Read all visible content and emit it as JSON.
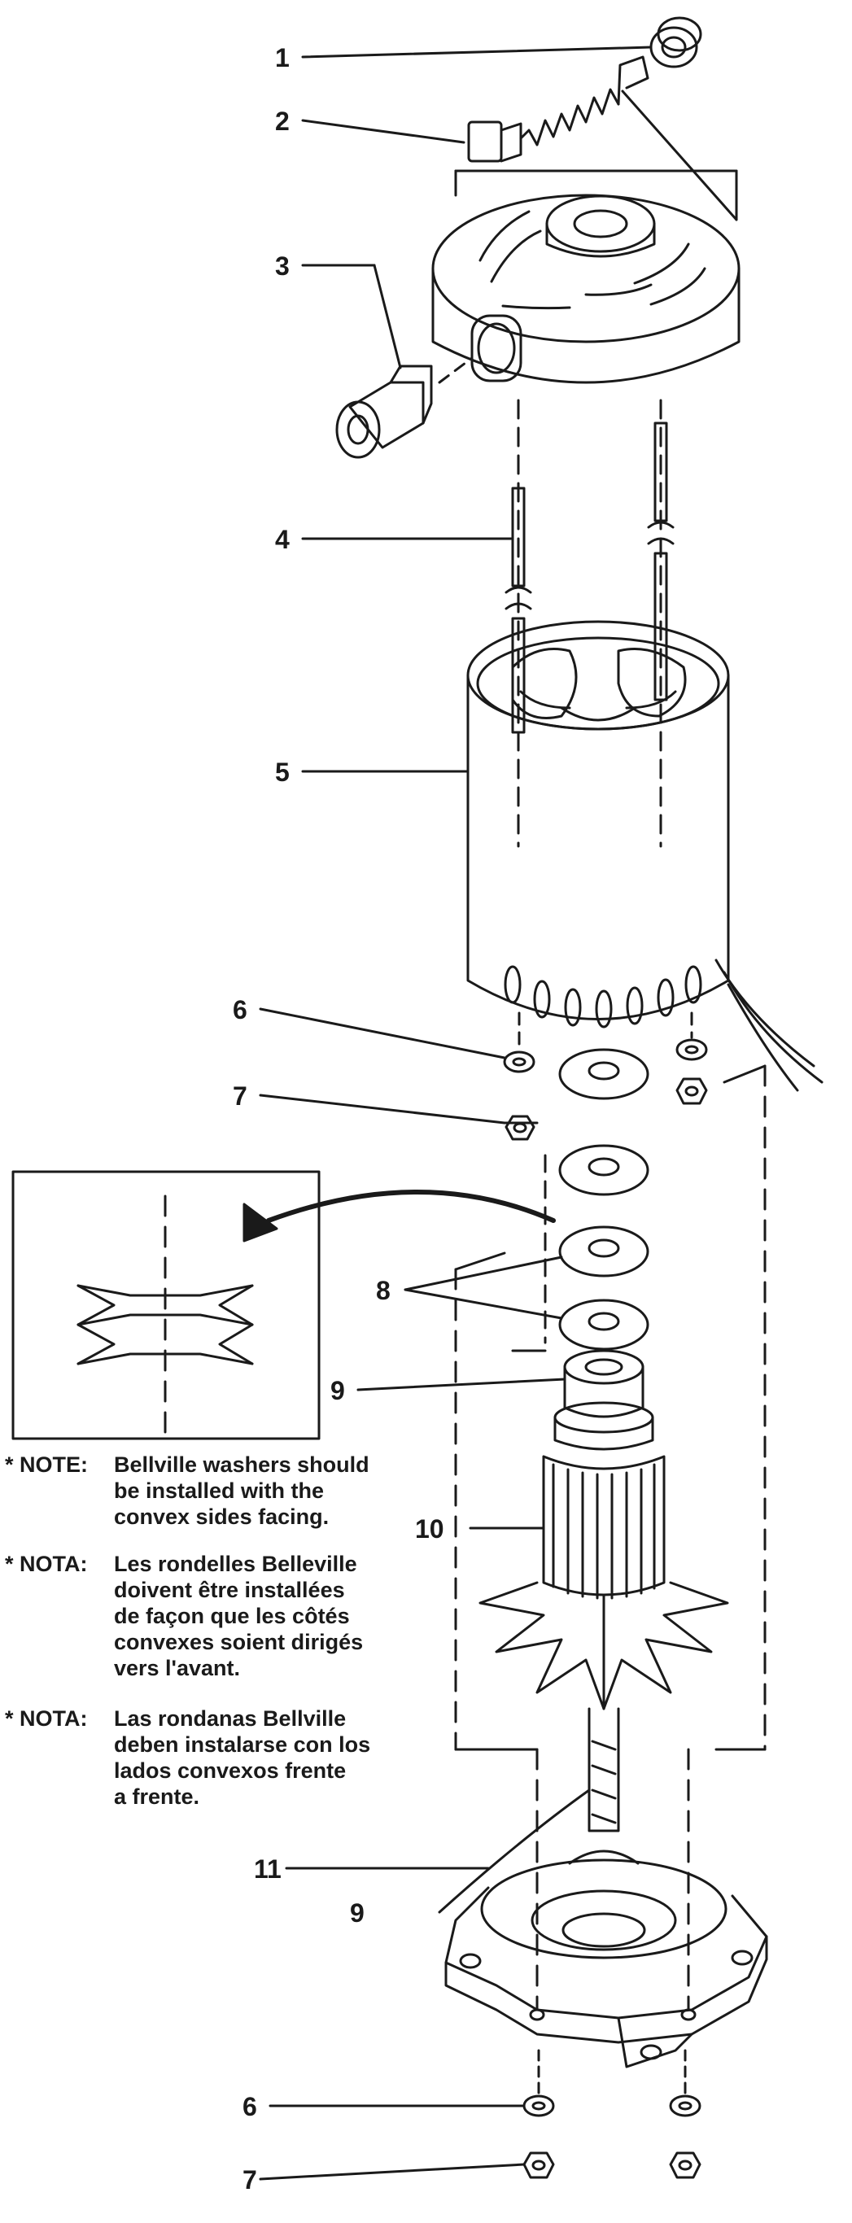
{
  "callouts": {
    "c1": "1",
    "c2": "2",
    "c3": "3",
    "c4": "4",
    "c5": "5",
    "c6a": "6",
    "c7a": "7",
    "c8": "8",
    "c9a": "9",
    "c10": "10",
    "c9b": "9",
    "c11": "11",
    "c6b": "6",
    "c7b": "7"
  },
  "notes": [
    {
      "label": "* NOTE:",
      "text": "Bellville washers should\nbe installed with the\nconvex sides facing."
    },
    {
      "label": "* NOTA:",
      "text": "Les rondelles Belleville\ndoivent être installées\nde façon que les côtés\nconvexes soient dirigés\nvers l'avant."
    },
    {
      "label": "* NOTA:",
      "text": "Las rondanas Bellville\ndeben instalarse con los\nlados convexos frente\na frente."
    }
  ]
}
